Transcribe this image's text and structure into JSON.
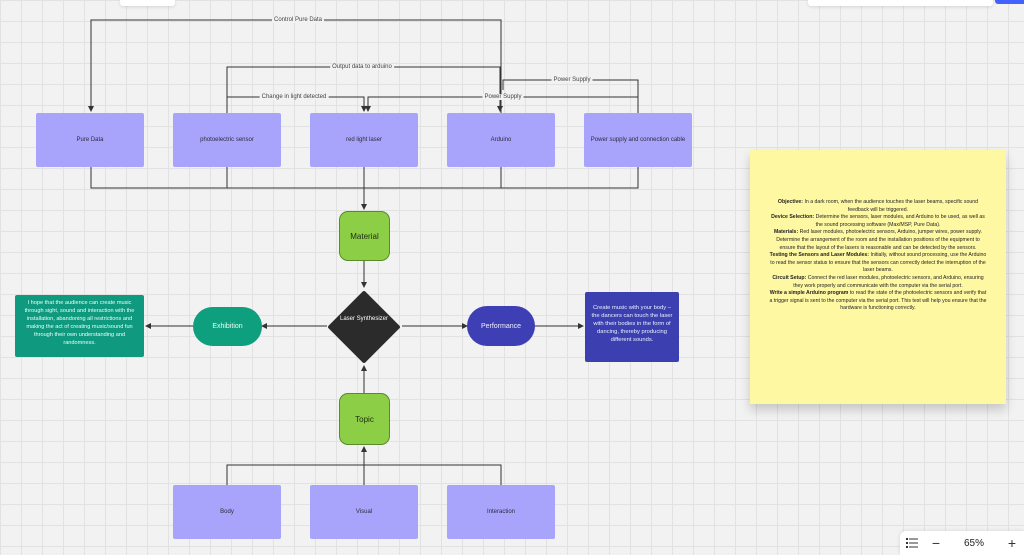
{
  "edge_labels": {
    "control": "Control Pure Data",
    "output": "Output data to arduino",
    "power1": "Power Supply",
    "change": "Change in light detected",
    "power2": "Power Supply"
  },
  "top_nodes": {
    "pure_data": "Pure Data",
    "photo_sensor": "photoelectric sensor",
    "red_laser": "red light laser",
    "arduino": "Arduino",
    "power_cable": "Power supply and connection cable"
  },
  "center": {
    "material": "Material",
    "laser_synth": "Laser Synthesizer",
    "topic": "Topic",
    "exhibition": "Exhibition",
    "performance": "Performance"
  },
  "bottom_nodes": {
    "body": "Body",
    "visual": "Visual",
    "interaction": "Interaction"
  },
  "notes": {
    "exhibition_note": "I hope that the audience can create music through sight, sound and interaction with the installation, abandoning all restrictions and making the act of creating music/sound fun through their own understanding and randomness.",
    "performance_note": "Create music with your body – the dancers can touch the laser with their bodies in the form of dancing, thereby producing different sounds."
  },
  "sticky": {
    "objective_h": "Objective:",
    "objective": " In a dark room, when the audience touches the laser beams, specific sound feedback will be triggered.",
    "device_h": "Device Selection:",
    "device": " Determine the sensors, laser modules, and Arduino to be used, as well as the sound processing software (Max/MSP, Pure Data).",
    "materials_h": "Materials:",
    "materials": " Red laser modules, photoelectric sensors, Arduino, jumper wires, power supply. Determine the arrangement of the room and the installation positions of the equipment to ensure that the layout of the lasers is reasonable and can be detected by the sensors.",
    "testing_h": "Testing the Sensors and Laser Modules:",
    "testing": " Initially, without sound processing, use the Arduino to read the sensor status to ensure that the sensors can correctly detect the interruption of the laser beams.",
    "circuit_h": "Circuit Setup:",
    "circuit": " Connect the red laser modules, photoelectric sensors, and Arduino, ensuring they work properly and communicate with the computer via the serial port.",
    "program_h": "Write a simple Arduino program",
    "program": " to read the state of the photoelectric sensors and verify that a trigger signal is sent to the computer via the serial port. This test will help you ensure that the hardware is functioning correctly."
  },
  "zoom": {
    "value": "65%",
    "minus": "−",
    "plus": "+"
  },
  "colors": {
    "purple": "#a9a4fb",
    "green": "#8cce45",
    "teal": "#0f9a80",
    "indigo": "#3b3fb0",
    "sticky": "#fff8a3"
  }
}
